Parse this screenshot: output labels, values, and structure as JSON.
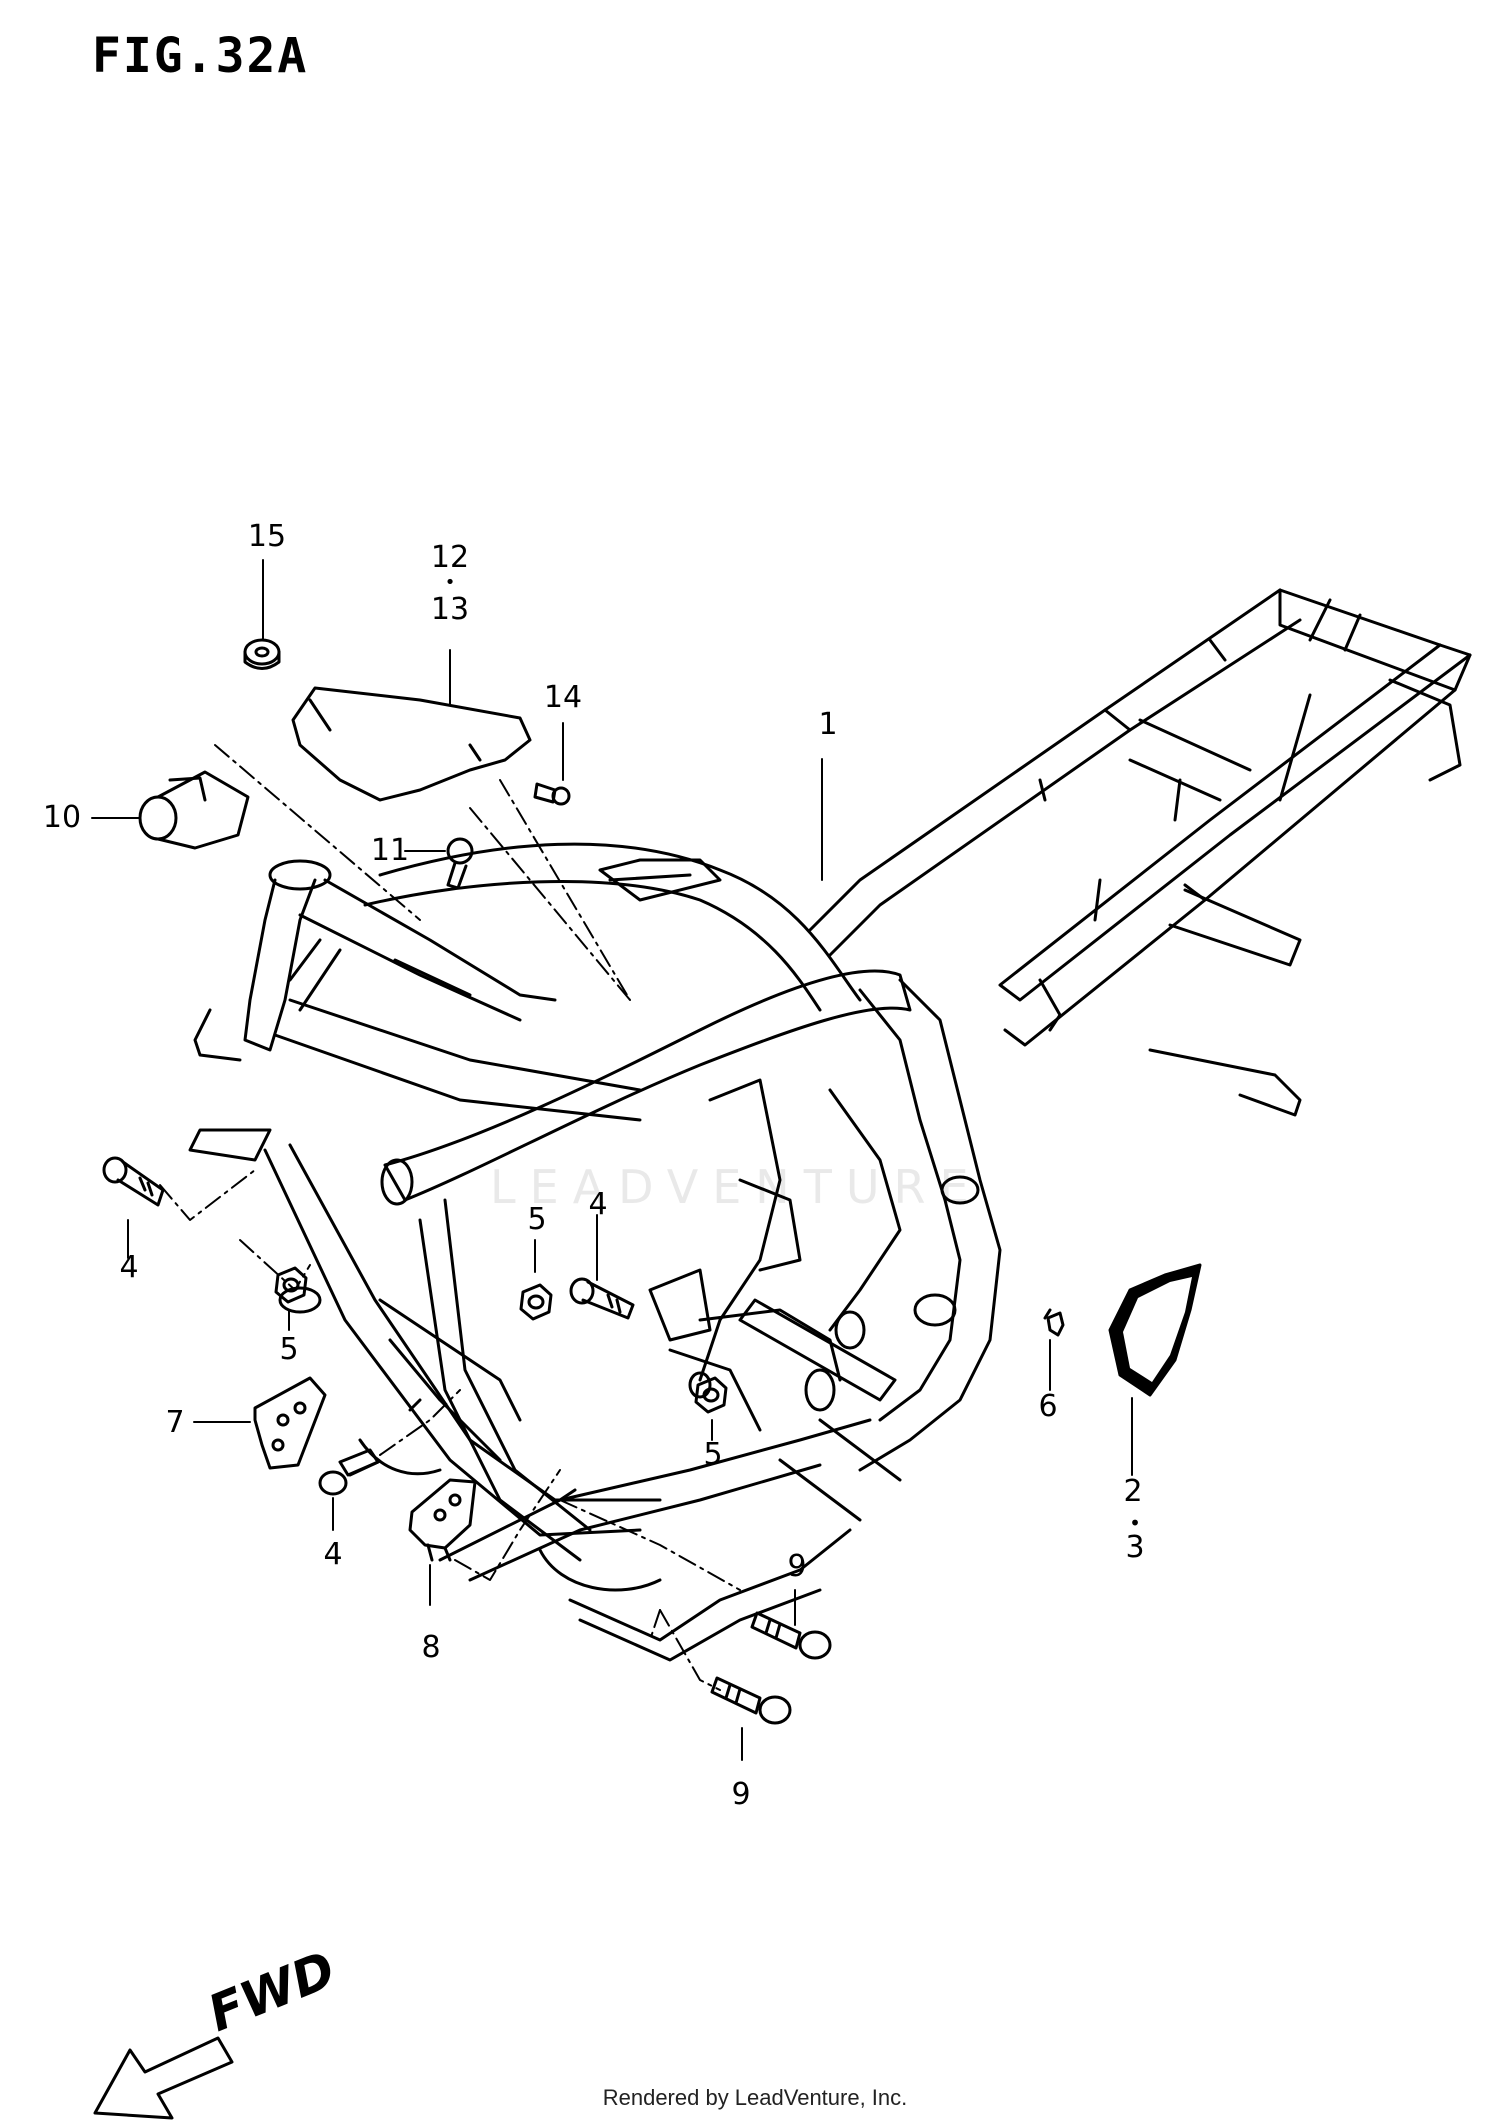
{
  "title": "FIG.32A",
  "direction_label": "FWD",
  "watermark": "LEADVENTURE",
  "footer": "Rendered by LeadVenture, Inc.",
  "callouts": {
    "c1": "1",
    "c2": "2",
    "c3": "3",
    "c4a": "4",
    "c4b": "4",
    "c4c": "4",
    "c5a": "5",
    "c5b": "5",
    "c5c": "5",
    "c6": "6",
    "c7": "7",
    "c8": "8",
    "c9a": "9",
    "c9b": "9",
    "c10": "10",
    "c11": "11",
    "c12": "12",
    "c13": "13",
    "c14": "14",
    "c15": "15"
  }
}
